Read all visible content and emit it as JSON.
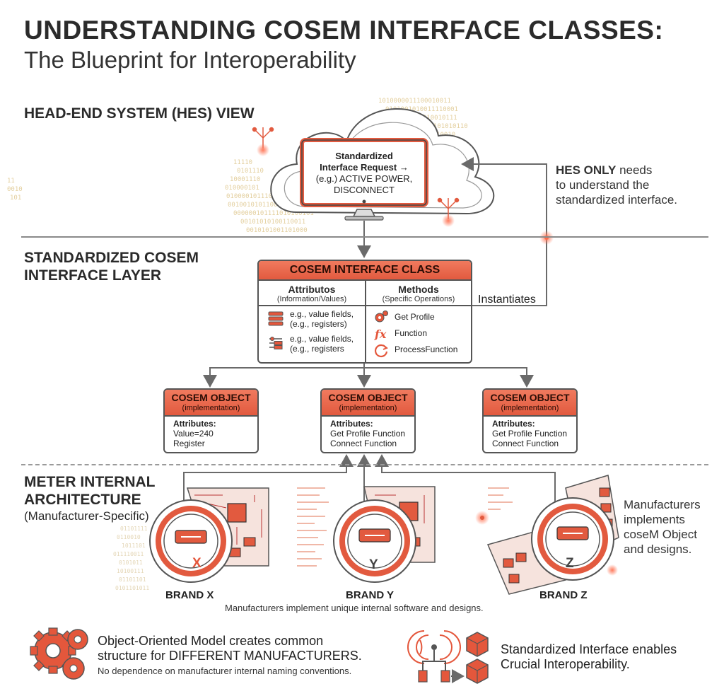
{
  "title": "UNDERSTANDING COSEM INTERFACE CLASSES:",
  "subtitle": "The Blueprint for Interoperability",
  "hes": {
    "heading": "HEAD-END SYSTEM (HES) VIEW",
    "monitor_line1": "Standardized",
    "monitor_line2": "Interface Request →",
    "monitor_line3": "(e.g.) ACTIVE POWER,",
    "monitor_line4": "DISCONNECT",
    "note_bold": "HES ONLY",
    "note_rest1": " needs",
    "note_line2": "to understand the",
    "note_line3": "standardized interface."
  },
  "layer": {
    "heading_line1": "STANDARDIZED COSEM",
    "heading_line2": "INTERFACE LAYER",
    "instantiates": "Instantiates"
  },
  "class_box": {
    "title": "COSEM INTERFACE CLASS",
    "attr_title": "Attributos",
    "attr_sub": "(Information/Values)",
    "attr_row1_a": "e.g., value fields,",
    "attr_row1_b": "(e.g., registers)",
    "attr_row2_a": "e.g., value fields,",
    "attr_row2_b": "(e.g., registers",
    "meth_title": "Methods",
    "meth_sub": "(Specific Operations)",
    "meth_1": "Get Profile",
    "meth_2": "Function",
    "meth_3": "ProcessFunction"
  },
  "objects": [
    {
      "title": "COSEM OBJECT",
      "sub": "(implementation)",
      "attr_label": "Attributes:",
      "line1": "Value=240",
      "line2": "Register"
    },
    {
      "title": "COSEM OBJECT",
      "sub": "(implementation)",
      "attr_label": "Attributes:",
      "line1": "Get Profile Function",
      "line2": "Connect Function"
    },
    {
      "title": "COSEM OBJECT",
      "sub": "(implementation)",
      "attr_label": "Attributes:",
      "line1": "Get Profile Function",
      "line2": "Connect Function"
    }
  ],
  "meter": {
    "heading_line1": "METER INTERNAL",
    "heading_line2": "ARCHITECTURE",
    "heading_line3": "(Manufacturer-Specific)",
    "note_line1": "Manufacturers",
    "note_line2": "implements",
    "note_line3": "coseM Object",
    "note_line4": "and designs.",
    "brands": [
      "BRAND X",
      "BRAND Y",
      "BRAND Z"
    ],
    "meter_letters": [
      "X",
      "Y",
      "Z"
    ],
    "caption": "Manufacturers implement unique internal software and designs."
  },
  "footer": {
    "left_line1": "Object-Oriented Model creates common",
    "left_line2": "structure for DIFFERENT MANUFACTURERS.",
    "left_sub": "No dependence on manufacturer internal naming conventions.",
    "right_line1": "Standardized Interface enables",
    "right_line2": "Crucial Interoperability."
  },
  "colors": {
    "accent": "#e4573c",
    "accent_light": "#f4a08c",
    "line": "#6a6a6a"
  }
}
